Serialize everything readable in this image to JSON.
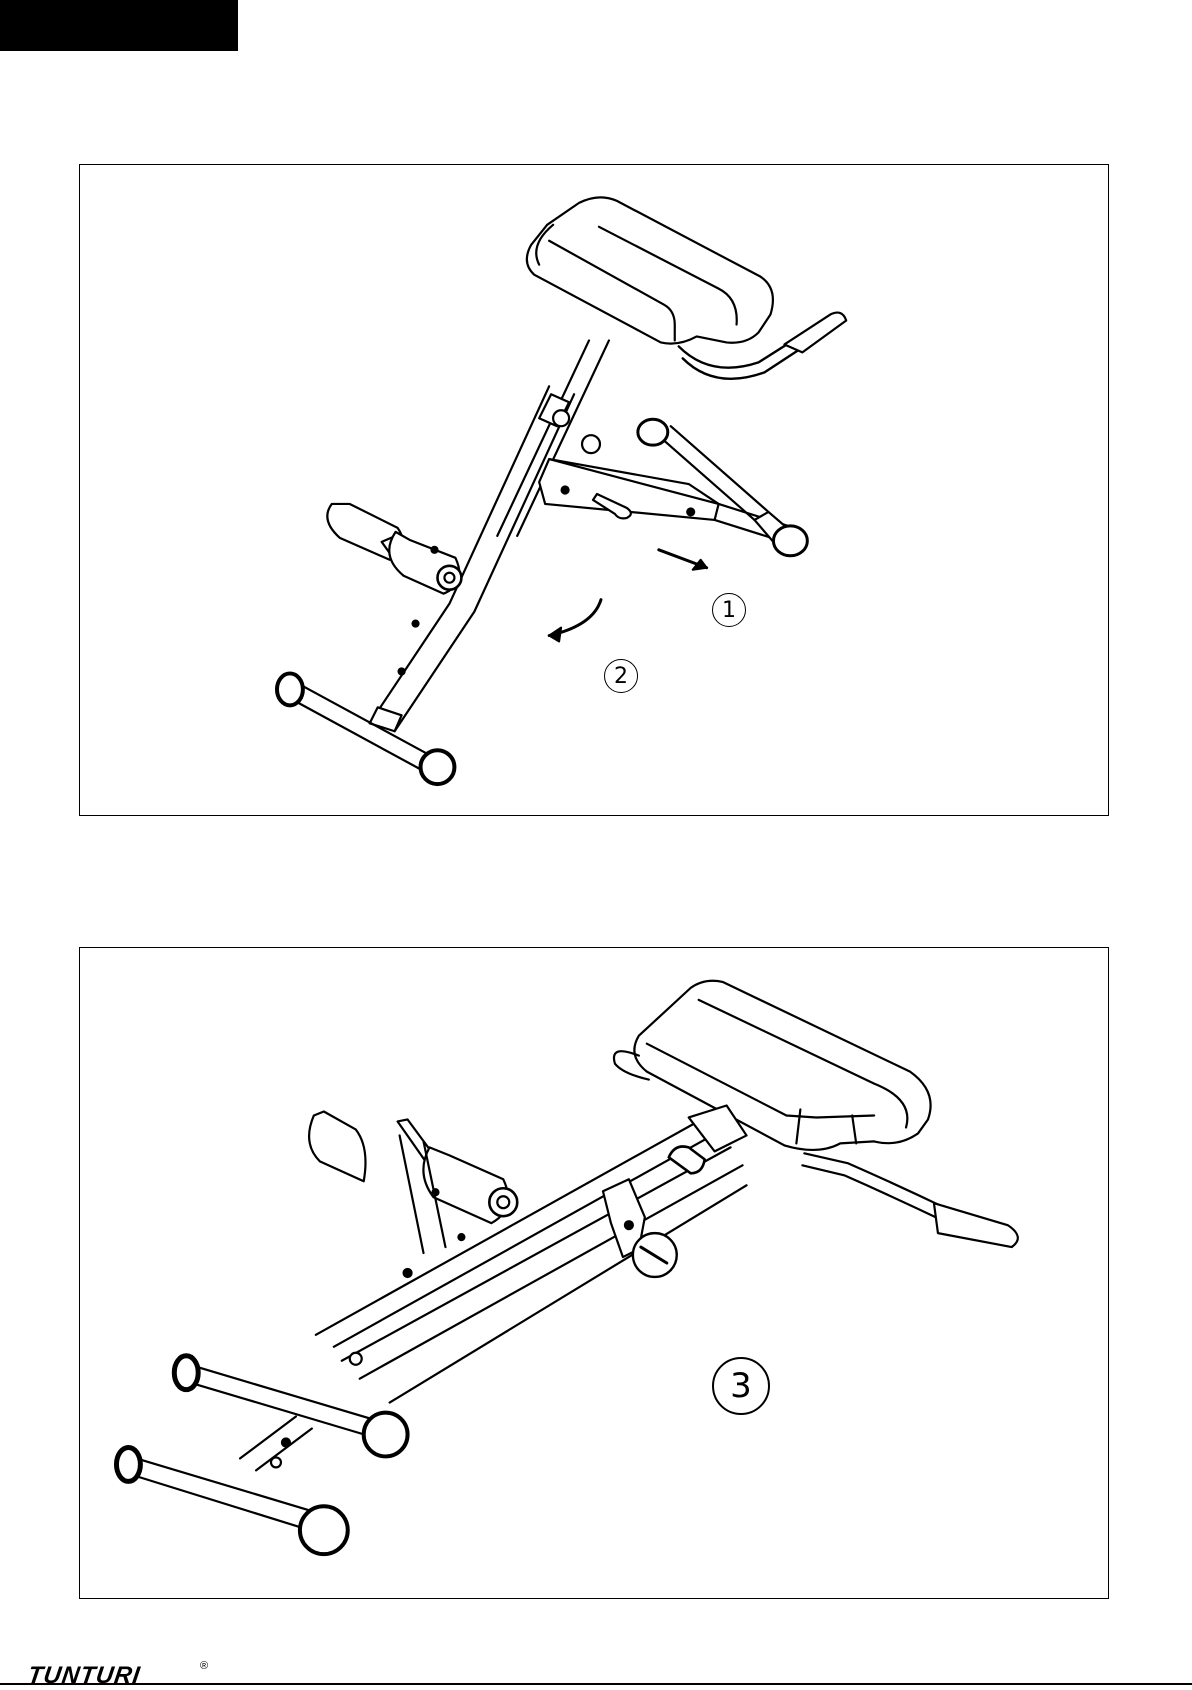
{
  "steps": {
    "step1": "1",
    "step2": "2",
    "step3": "3"
  },
  "footer": {
    "brand": "TUNTURI",
    "registered_mark": "®"
  }
}
